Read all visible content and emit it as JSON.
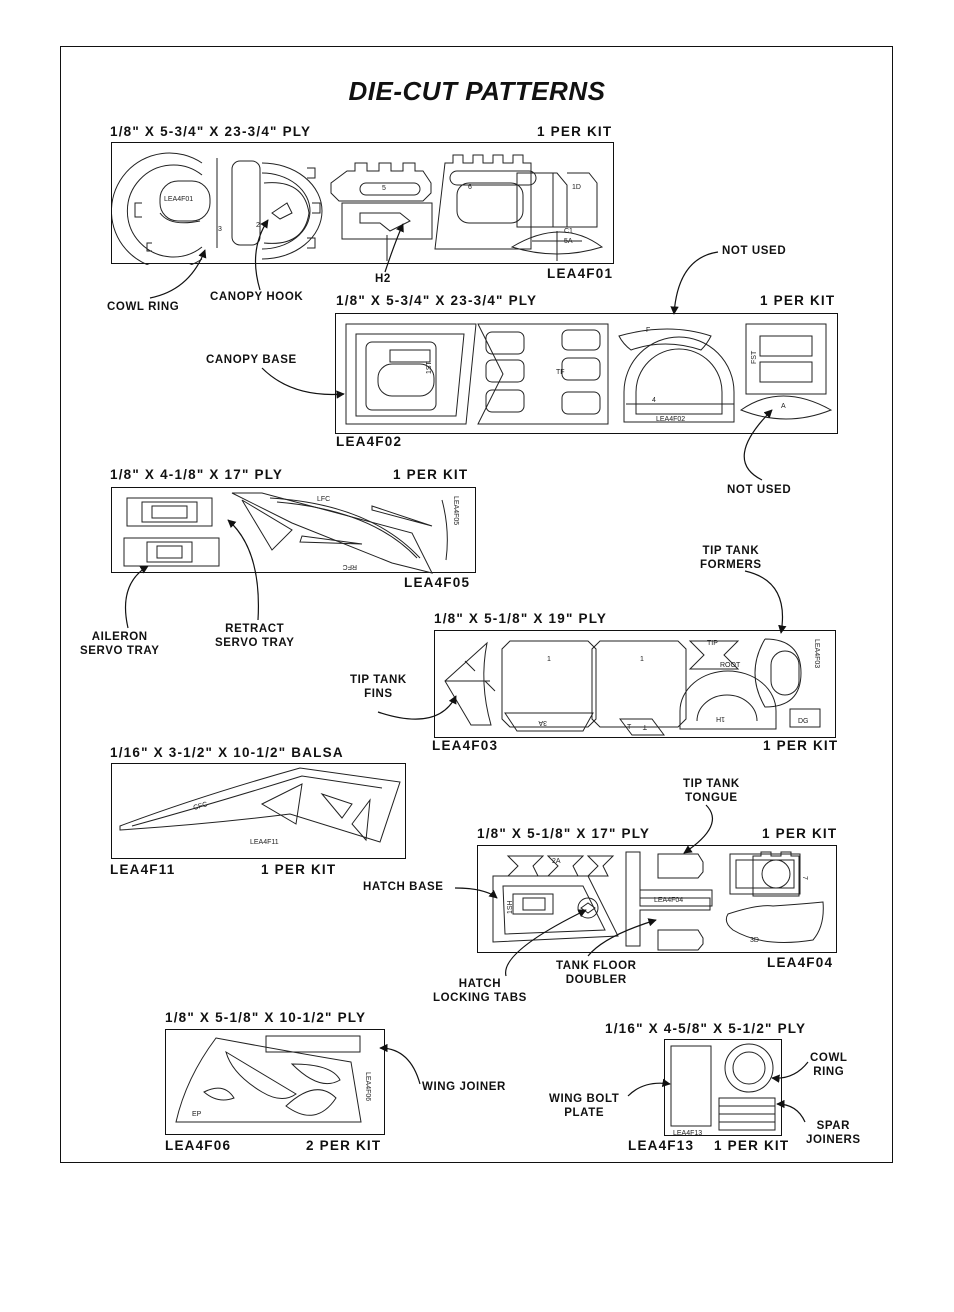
{
  "page": {
    "title": "DIE-CUT PATTERNS"
  },
  "sheets": {
    "f01": {
      "material": "1/8\" X 5-3/4\" X 23-3/4\" PLY",
      "qty": "1 PER KIT",
      "part_id": "LEA4F01",
      "marks": [
        "LEA4F01",
        "3",
        "2",
        "5",
        "6",
        "1D",
        "C1",
        "5A"
      ]
    },
    "f02": {
      "material": "1/8\" X 5-3/4\" X 23-3/4\" PLY",
      "qty": "1 PER KIT",
      "part_id": "LEA4F02",
      "marks": [
        "1ST",
        "TF",
        "F",
        "4",
        "LEA4F02",
        "A",
        "FST"
      ]
    },
    "f05": {
      "material": "1/8\" X 4-1/8\" X 17\" PLY",
      "qty": "1 PER KIT",
      "part_id": "LEA4F05",
      "marks": [
        "LFC",
        "RFC",
        "LEA4F05"
      ]
    },
    "f03": {
      "material": "1/8\" X 5-1/8\" X 19\" PLY",
      "qty": "1 PER KIT",
      "part_id": "LEA4F03",
      "marks": [
        "1",
        "1",
        "3A",
        "T",
        "T",
        "TIP",
        "ROOT",
        "1H",
        "DG",
        "LEA4F03"
      ]
    },
    "f11": {
      "material": "1/16\" X 3-1/2\" X 10-1/2\" BALSA",
      "qty": "1 PER KIT",
      "part_id": "LEA4F11",
      "marks": [
        "CFC",
        "LEA4F11"
      ]
    },
    "f04": {
      "material": "1/8\" X 5-1/8\" X 17\" PLY",
      "qty": "1 PER KIT",
      "part_id": "LEA4F04",
      "marks": [
        "2A",
        "1SH",
        "LEA4F04",
        "7",
        "3D"
      ]
    },
    "f06": {
      "material": "1/8\" X 5-1/8\" X 10-1/2\" PLY",
      "qty": "2 PER KIT",
      "part_id": "LEA4F06",
      "marks": [
        "EP",
        "LEA4F06"
      ]
    },
    "f13": {
      "material": "1/16\" X 4-5/8\" X 5-1/2\" PLY",
      "qty": "1 PER KIT",
      "part_id": "LEA4F13",
      "marks": [
        "LEA4F13"
      ]
    }
  },
  "callouts": {
    "h2": "H2",
    "cowl_ring": "COWL RING",
    "canopy_hook": "CANOPY HOOK",
    "not_used_top": "NOT USED",
    "canopy_base": "CANOPY BASE",
    "not_used_bottom": "NOT USED",
    "aileron_servo_tray": [
      "AILERON",
      "SERVO TRAY"
    ],
    "retract_servo_tray": [
      "RETRACT",
      "SERVO TRAY"
    ],
    "tip_tank_formers": [
      "TIP TANK",
      "FORMERS"
    ],
    "tip_tank_fins": [
      "TIP TANK",
      "FINS"
    ],
    "tip_tank_tongue": [
      "TIP TANK",
      "TONGUE"
    ],
    "hatch_base": "HATCH BASE",
    "hatch_locking_tabs": [
      "HATCH",
      "LOCKING TABS"
    ],
    "tank_floor_doubler": [
      "TANK FLOOR",
      "DOUBLER"
    ],
    "wing_joiner": "WING JOINER",
    "cowl_ring_small": [
      "COWL",
      "RING"
    ],
    "wing_bolt_plate": [
      "WING BOLT",
      "PLATE"
    ],
    "spar_joiners": [
      "SPAR",
      "JOINERS"
    ]
  }
}
